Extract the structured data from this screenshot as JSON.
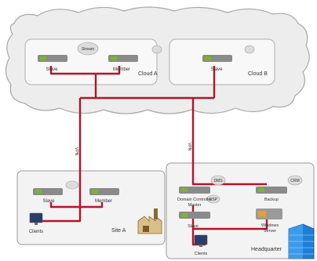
{
  "colors": {
    "link": "#b5132b",
    "cloud_fill": "#ededee",
    "cloud_stroke": "#a8a8a8",
    "box_fill": "#f3f3f3",
    "box_stroke": "#9a9a9a",
    "server": "#8a8a8a",
    "led": "#76b82a"
  },
  "labels": {
    "slave_a": "Slave",
    "member_a": "Member",
    "cloud_a": "Cloud A",
    "slave_b": "Slave",
    "cloud_b": "Cloud B",
    "cloud_a_bubble": "Stream",
    "vpn_left": "VPN",
    "vpn_right": "VPN",
    "slave_site": "Slave",
    "member_site": "Member",
    "clients_site": "Clients",
    "site_a": "Site A",
    "dms": "DMS",
    "crm": "CRM",
    "esp": "ESP",
    "dc_master": "Domain Controller",
    "dc_master_2": "Master",
    "backup": "Backup",
    "slave_hq": "Slave",
    "windows_server": "Windows",
    "windows_server_2": "Server",
    "clients_hq": "Clients",
    "headquarter": "Headquarter"
  },
  "icons": [
    "server-icon",
    "monitor-icon",
    "factory-icon",
    "office-building-icon",
    "speech-bubble-icon"
  ]
}
